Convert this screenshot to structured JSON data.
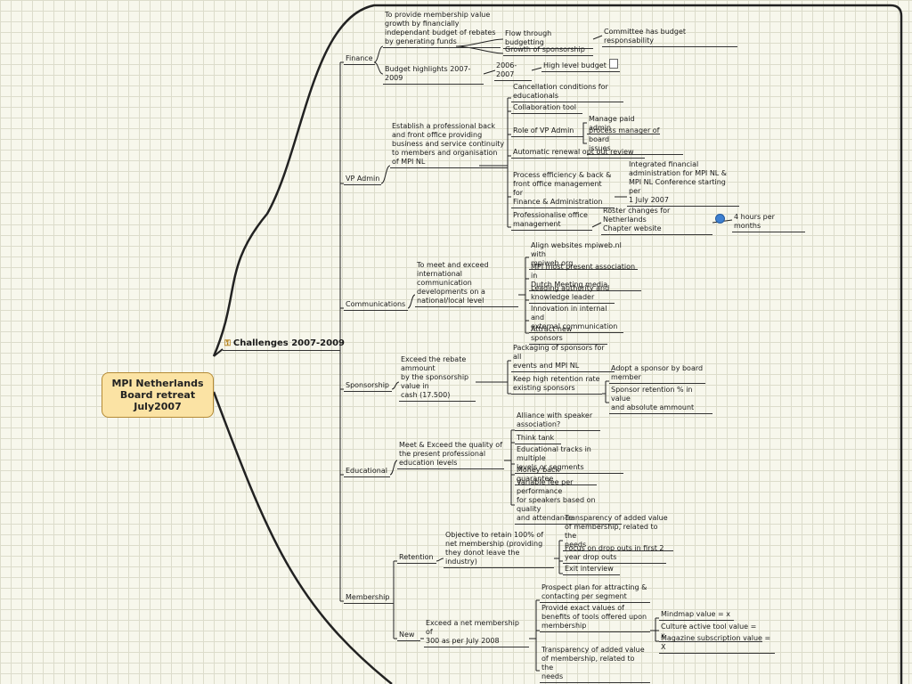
{
  "mindmap": {
    "root": "MPI Netherlands\nBoard retreat\nJuly2007",
    "main_topic": "Challenges 2007-2009",
    "finance": {
      "label": "Finance",
      "goal": "To provide membership value\ngrowth by financially\nindependant budget of rebates\nby generating funds",
      "flow": "Flow through budgetting",
      "committee": "Committee has budget responsability",
      "sponsorship_growth": "Growth of sponsorship",
      "budget_highlights": "Budget highlights 2007-2009",
      "period": "2006-2007",
      "high_level_budget": "High level budget"
    },
    "vp_admin": {
      "label": "VP Admin",
      "goal": "Establish a professional back\nand front office providing\nbusiness and service continuity\nto members and organisation\nof MPI NL",
      "cancellation": "Cancellation conditions for\neducationals",
      "collaboration": "Collaboration tool",
      "role": "Role of VP Admin",
      "manage_paid": "Manage paid admin",
      "process_manager": "process manager of board\nissues",
      "auto_renewal": "Automatic renewal opt out review",
      "process_efficiency": "Process efficiency & back &\nfront office management for\nFinance & Administration",
      "integrated": "Integrated financial\nadministration for MPI NL &\nMPI NL Conference starting per\n1 July 2007",
      "professionalise": "Professionalise office\nmanagement",
      "roster": "Roster changes for Netherlands\nChapter website",
      "hours": "4 hours per months"
    },
    "communications": {
      "label": "Communications",
      "goal": "To meet and exceed\ninternational communication\ndevelopments on a\nnational/local level",
      "align": "Align websites mpiweb.nl with\nmpiweb.org",
      "present": "MPI most present association in\nDutch Meeting media",
      "authority": "Leading authority and\nknowledge leader",
      "innovation": "Innovation in internal and\nexternal communication",
      "sponsors": "Attract new sponsors"
    },
    "sponsorship": {
      "label": "Sponsorship",
      "goal": "Exceed the rebate ammount\nby the sponsorship value in\ncash (17.500)",
      "packaging": "Packaging of sponsors for all\nevents and MPI NL",
      "retention": "Keep high retention rate\nexisting sponsors",
      "adopt": "Adopt a sponsor by board\nmember",
      "retention_pct": "Sponsor retention % in value\nand absolute ammount"
    },
    "educational": {
      "label": "Educational",
      "goal": "Meet & Exceed the quality of\nthe present professional\neducation levels",
      "alliance": "Alliance with speaker\nassociation?",
      "think_tank": "Think tank",
      "tracks": "Educational tracks in multiple\nlevels or segments",
      "money_back": "Money back guarantee",
      "variable_fee": "Variable fee per performance\nfor speakers based on quality\nand attendance"
    },
    "membership": {
      "label": "Membership",
      "retention": "Retention",
      "retention_goal": "Objective to retain 100% of\nnet membership (providing\nthey donot leave the industry)",
      "transparency1": "Transparency of added value\nof membership, related to the\nneeds",
      "drop_outs": "Focus on drop outs in first 2\nyear drop outs",
      "exit": "Exit interview",
      "new": "New",
      "new_goal": "Exceed a net membership of\n300 as per July 2008",
      "prospect": "Prospect plan for attracting &\ncontacting per segment",
      "exact_values": "Provide exact values of\nbenefits of tools offered upon\nmembership",
      "mindmap_value": "Mindmap value = x",
      "culture_value": "Culture active tool value = x",
      "magazine_value": "Magazine subscription value = X",
      "transparency2": "Transparency of added value\nof membership, related to the\nneeds"
    }
  }
}
